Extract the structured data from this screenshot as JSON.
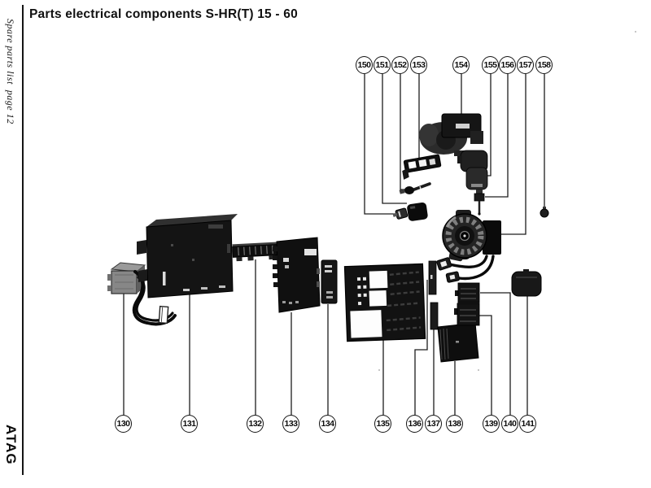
{
  "page": {
    "title": "Parts electrical components S-HR(T) 15 - 60",
    "sidebar_label": "Spare parts list  page 12",
    "brand": "ATAG"
  },
  "diagram": {
    "callouts_top": [
      {
        "label": "150"
      },
      {
        "label": "151"
      },
      {
        "label": "152"
      },
      {
        "label": "153"
      },
      {
        "label": "154"
      },
      {
        "label": "155"
      },
      {
        "label": "156"
      },
      {
        "label": "157"
      },
      {
        "label": "158"
      }
    ],
    "callouts_bottom": [
      {
        "label": "130"
      },
      {
        "label": "131"
      },
      {
        "label": "132"
      },
      {
        "label": "133"
      },
      {
        "label": "134"
      },
      {
        "label": "135"
      },
      {
        "label": "136"
      },
      {
        "label": "137"
      },
      {
        "label": "138"
      },
      {
        "label": "139"
      },
      {
        "label": "140"
      },
      {
        "label": "141"
      }
    ]
  },
  "colors": {
    "ink": "#111111",
    "paper": "#ffffff"
  }
}
